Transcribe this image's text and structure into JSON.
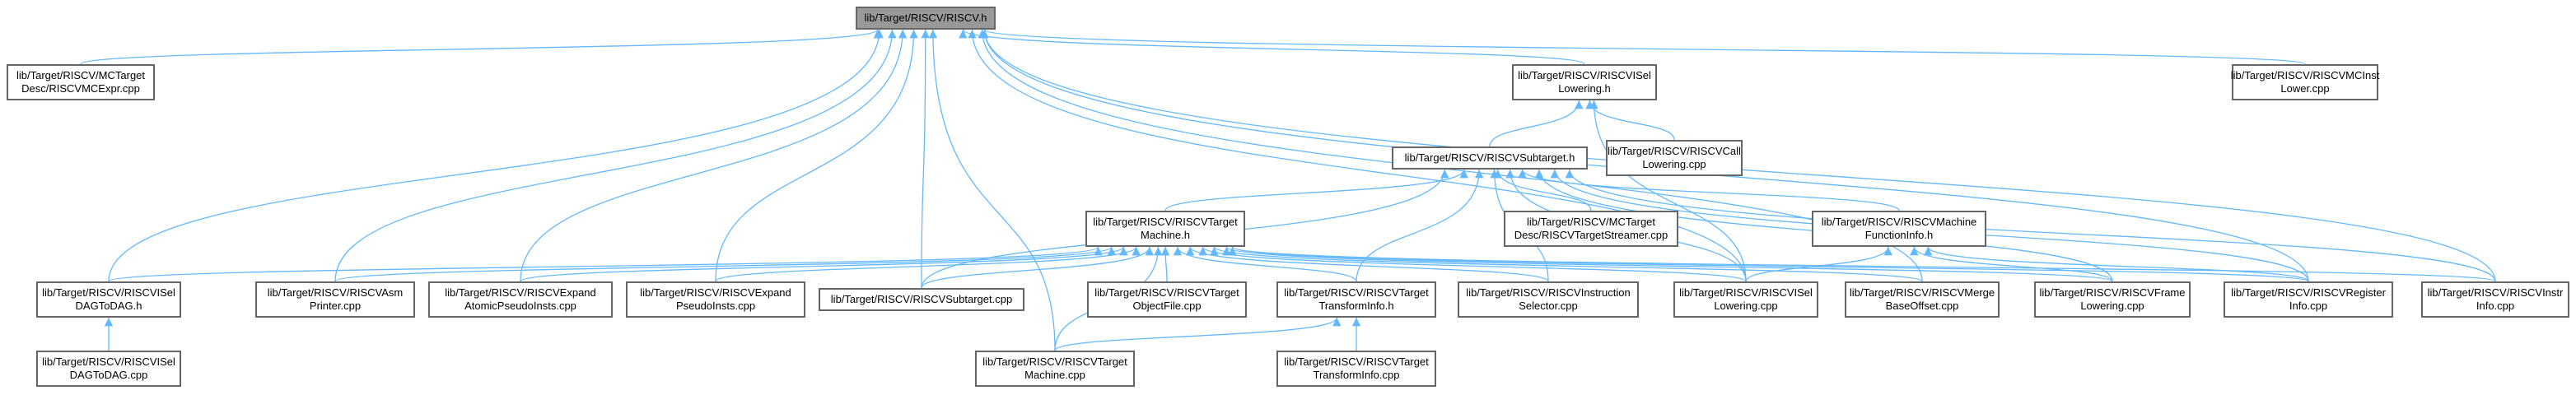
{
  "nodes": {
    "riscv_h": [
      "lib/Target/RISCV/RISCV.h"
    ],
    "mctarget_mcexpr": [
      "lib/Target/RISCV/MCTarget",
      "Desc/RISCVMCExpr.cpp"
    ],
    "isel_lowering_h": [
      "lib/Target/RISCV/RISCVISel",
      "Lowering.h"
    ],
    "mcinst_lower": [
      "lib/Target/RISCV/RISCVMCInst",
      "Lower.cpp"
    ],
    "subtarget_h": [
      "lib/Target/RISCV/RISCVSubtarget.h"
    ],
    "call_lowering": [
      "lib/Target/RISCV/RISCVCall",
      "Lowering.cpp"
    ],
    "target_machine_h": [
      "lib/Target/RISCV/RISCVTarget",
      "Machine.h"
    ],
    "target_streamer": [
      "lib/Target/RISCV/MCTarget",
      "Desc/RISCVTargetStreamer.cpp"
    ],
    "machine_function_info_h": [
      "lib/Target/RISCV/RISCVMachine",
      "FunctionInfo.h"
    ],
    "isel_dagtodag_h": [
      "lib/Target/RISCV/RISCVISel",
      "DAGToDAG.h"
    ],
    "asm_printer": [
      "lib/Target/RISCV/RISCVAsm",
      "Printer.cpp"
    ],
    "expand_atomic": [
      "lib/Target/RISCV/RISCVExpand",
      "AtomicPseudoInsts.cpp"
    ],
    "expand_pseudo": [
      "lib/Target/RISCV/RISCVExpand",
      "PseudoInsts.cpp"
    ],
    "subtarget_cpp": [
      "lib/Target/RISCV/RISCVSubtarget.cpp"
    ],
    "target_objectfile": [
      "lib/Target/RISCV/RISCVTarget",
      "ObjectFile.cpp"
    ],
    "target_transforminfo_h": [
      "lib/Target/RISCV/RISCVTarget",
      "TransformInfo.h"
    ],
    "instruction_selector": [
      "lib/Target/RISCV/RISCVInstruction",
      "Selector.cpp"
    ],
    "isel_lowering_cpp": [
      "lib/Target/RISCV/RISCVISel",
      "Lowering.cpp"
    ],
    "merge_baseoffset": [
      "lib/Target/RISCV/RISCVMerge",
      "BaseOffset.cpp"
    ],
    "frame_lowering": [
      "lib/Target/RISCV/RISCVFrame",
      "Lowering.cpp"
    ],
    "register_info": [
      "lib/Target/RISCV/RISCVRegister",
      "Info.cpp"
    ],
    "instr_info": [
      "lib/Target/RISCV/RISCVInstr",
      "Info.cpp"
    ],
    "isel_dagtodag_cpp": [
      "lib/Target/RISCV/RISCVISel",
      "DAGToDAG.cpp"
    ],
    "target_machine_cpp": [
      "lib/Target/RISCV/RISCVTarget",
      "Machine.cpp"
    ],
    "target_transforminfo_cpp": [
      "lib/Target/RISCV/RISCVTarget",
      "TransformInfo.cpp"
    ]
  },
  "edges": [
    [
      "mctarget_mcexpr",
      "riscv_h"
    ],
    [
      "isel_lowering_h",
      "riscv_h"
    ],
    [
      "mcinst_lower",
      "riscv_h"
    ],
    [
      "isel_dagtodag_h",
      "riscv_h"
    ],
    [
      "asm_printer",
      "riscv_h"
    ],
    [
      "expand_atomic",
      "riscv_h"
    ],
    [
      "expand_pseudo",
      "riscv_h"
    ],
    [
      "subtarget_cpp",
      "riscv_h"
    ],
    [
      "target_machine_cpp",
      "riscv_h"
    ],
    [
      "isel_lowering_cpp",
      "riscv_h"
    ],
    [
      "merge_baseoffset",
      "riscv_h"
    ],
    [
      "register_info",
      "riscv_h"
    ],
    [
      "instr_info",
      "riscv_h"
    ],
    [
      "subtarget_h",
      "isel_lowering_h"
    ],
    [
      "call_lowering",
      "isel_lowering_h"
    ],
    [
      "isel_lowering_cpp",
      "isel_lowering_h"
    ],
    [
      "target_machine_h",
      "subtarget_h"
    ],
    [
      "target_streamer",
      "subtarget_h"
    ],
    [
      "machine_function_info_h",
      "subtarget_h"
    ],
    [
      "subtarget_cpp",
      "subtarget_h"
    ],
    [
      "target_transforminfo_h",
      "subtarget_h"
    ],
    [
      "instruction_selector",
      "subtarget_h"
    ],
    [
      "isel_lowering_cpp",
      "subtarget_h"
    ],
    [
      "frame_lowering",
      "subtarget_h"
    ],
    [
      "register_info",
      "subtarget_h"
    ],
    [
      "instr_info",
      "subtarget_h"
    ],
    [
      "isel_dagtodag_h",
      "target_machine_h"
    ],
    [
      "asm_printer",
      "target_machine_h"
    ],
    [
      "expand_atomic",
      "target_machine_h"
    ],
    [
      "expand_pseudo",
      "target_machine_h"
    ],
    [
      "subtarget_cpp",
      "target_machine_h"
    ],
    [
      "target_objectfile",
      "target_machine_h"
    ],
    [
      "target_transforminfo_h",
      "target_machine_h"
    ],
    [
      "instruction_selector",
      "target_machine_h"
    ],
    [
      "isel_lowering_cpp",
      "target_machine_h"
    ],
    [
      "merge_baseoffset",
      "target_machine_h"
    ],
    [
      "frame_lowering",
      "target_machine_h"
    ],
    [
      "register_info",
      "target_machine_h"
    ],
    [
      "instr_info",
      "target_machine_h"
    ],
    [
      "target_machine_cpp",
      "target_machine_h"
    ],
    [
      "isel_lowering_cpp",
      "machine_function_info_h"
    ],
    [
      "frame_lowering",
      "machine_function_info_h"
    ],
    [
      "register_info",
      "machine_function_info_h"
    ],
    [
      "isel_dagtodag_cpp",
      "isel_dagtodag_h"
    ],
    [
      "target_machine_cpp",
      "target_transforminfo_h"
    ],
    [
      "target_transforminfo_cpp",
      "target_transforminfo_h"
    ]
  ],
  "colors": {
    "edge": "#63b8ff",
    "node_border": "#666666",
    "root_fill": "#999999",
    "node_fill": "#ffffff"
  }
}
